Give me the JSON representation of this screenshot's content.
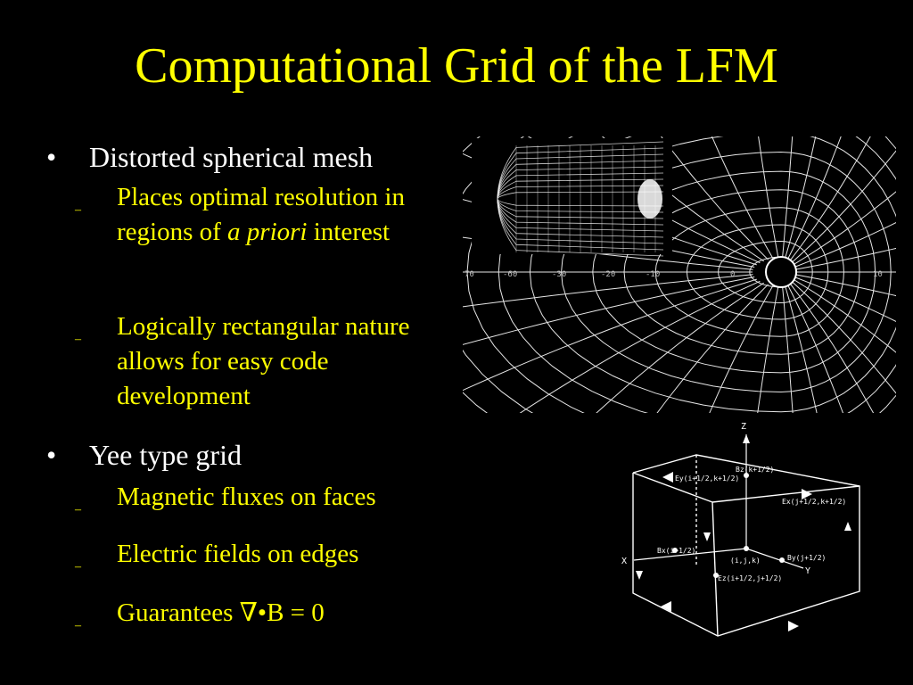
{
  "slide": {
    "title": "Computational Grid of the LFM",
    "bullet_glyph": "•",
    "dash_glyph": "–",
    "bullets": [
      {
        "text": "Distorted spherical mesh",
        "subitems": [
          {
            "pre": "Places optimal resolution in regions of ",
            "em": "a priori",
            "post": " interest"
          },
          {
            "text": "Logically rectangular nature allows for easy code development"
          }
        ]
      },
      {
        "text": "Yee type grid",
        "subitems": [
          {
            "text": "Magnetic fluxes on faces"
          },
          {
            "text": "Electric fields on edges"
          },
          {
            "text": "Guarantees ∇•B = 0"
          }
        ]
      }
    ]
  },
  "figures": {
    "mesh": {
      "axis_labels": [
        "70",
        "-60",
        "-30",
        "-20",
        "-10",
        "0",
        "10"
      ]
    },
    "yee_cube": {
      "axis_z": "Z",
      "axis_x": "X",
      "axis_y": "Y",
      "labels": {
        "bz": "Bz(k+1/2)",
        "ey": "Ey(i+1/2,k+1/2)",
        "ex_edge": "Ex(j+1/2,k+1/2)",
        "bx": "Bx(i+1/2)",
        "center": "(i,j,k)",
        "by": "By(j+1/2)",
        "ez": "Ez(i+1/2,j+1/2)"
      }
    }
  },
  "colors": {
    "title": "#ffff00",
    "bullet": "#ffffff",
    "subitem": "#ffff00",
    "background": "#000000"
  }
}
